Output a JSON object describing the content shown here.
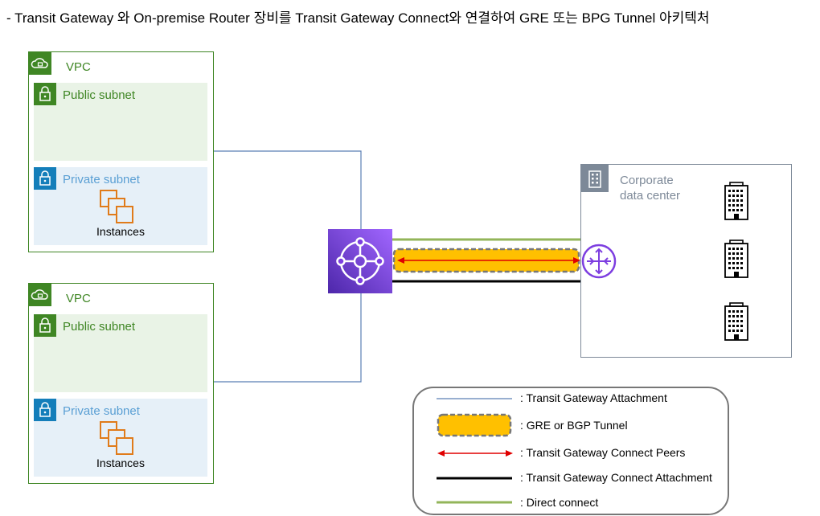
{
  "title": "- Transit Gateway 와 On-premise Router 장비를 Transit Gateway Connect와 연결하여 GRE 또는 BPG Tunnel 아키텍처",
  "vpcs": [
    {
      "label": "VPC",
      "public_subnet": {
        "label": "Public subnet"
      },
      "private_subnet": {
        "label": "Private subnet",
        "instances_label": "Instances"
      }
    },
    {
      "label": "VPC",
      "public_subnet": {
        "label": "Public subnet"
      },
      "private_subnet": {
        "label": "Private subnet",
        "instances_label": "Instances"
      }
    }
  ],
  "corporate": {
    "label": "Corporate\ndata center"
  },
  "legend": {
    "items": [
      {
        "label": ": Transit Gateway Attachment"
      },
      {
        "label": ": GRE or BGP Tunnel"
      },
      {
        "label": ": Transit Gateway Connect Peers"
      },
      {
        "label": ": Transit Gateway Connect Attachment"
      },
      {
        "label": ": Direct connect"
      }
    ]
  },
  "colors": {
    "vpc_green": "#3f8624",
    "private_blue": "#147eba",
    "tgw_purple": "#8c4fff",
    "attachment_line": "#5a7fb5",
    "tunnel_fill": "#ffc000",
    "peer_arrow": "#e00000",
    "direct_connect": "#93b55a",
    "corporate_gray": "#7d8998"
  }
}
